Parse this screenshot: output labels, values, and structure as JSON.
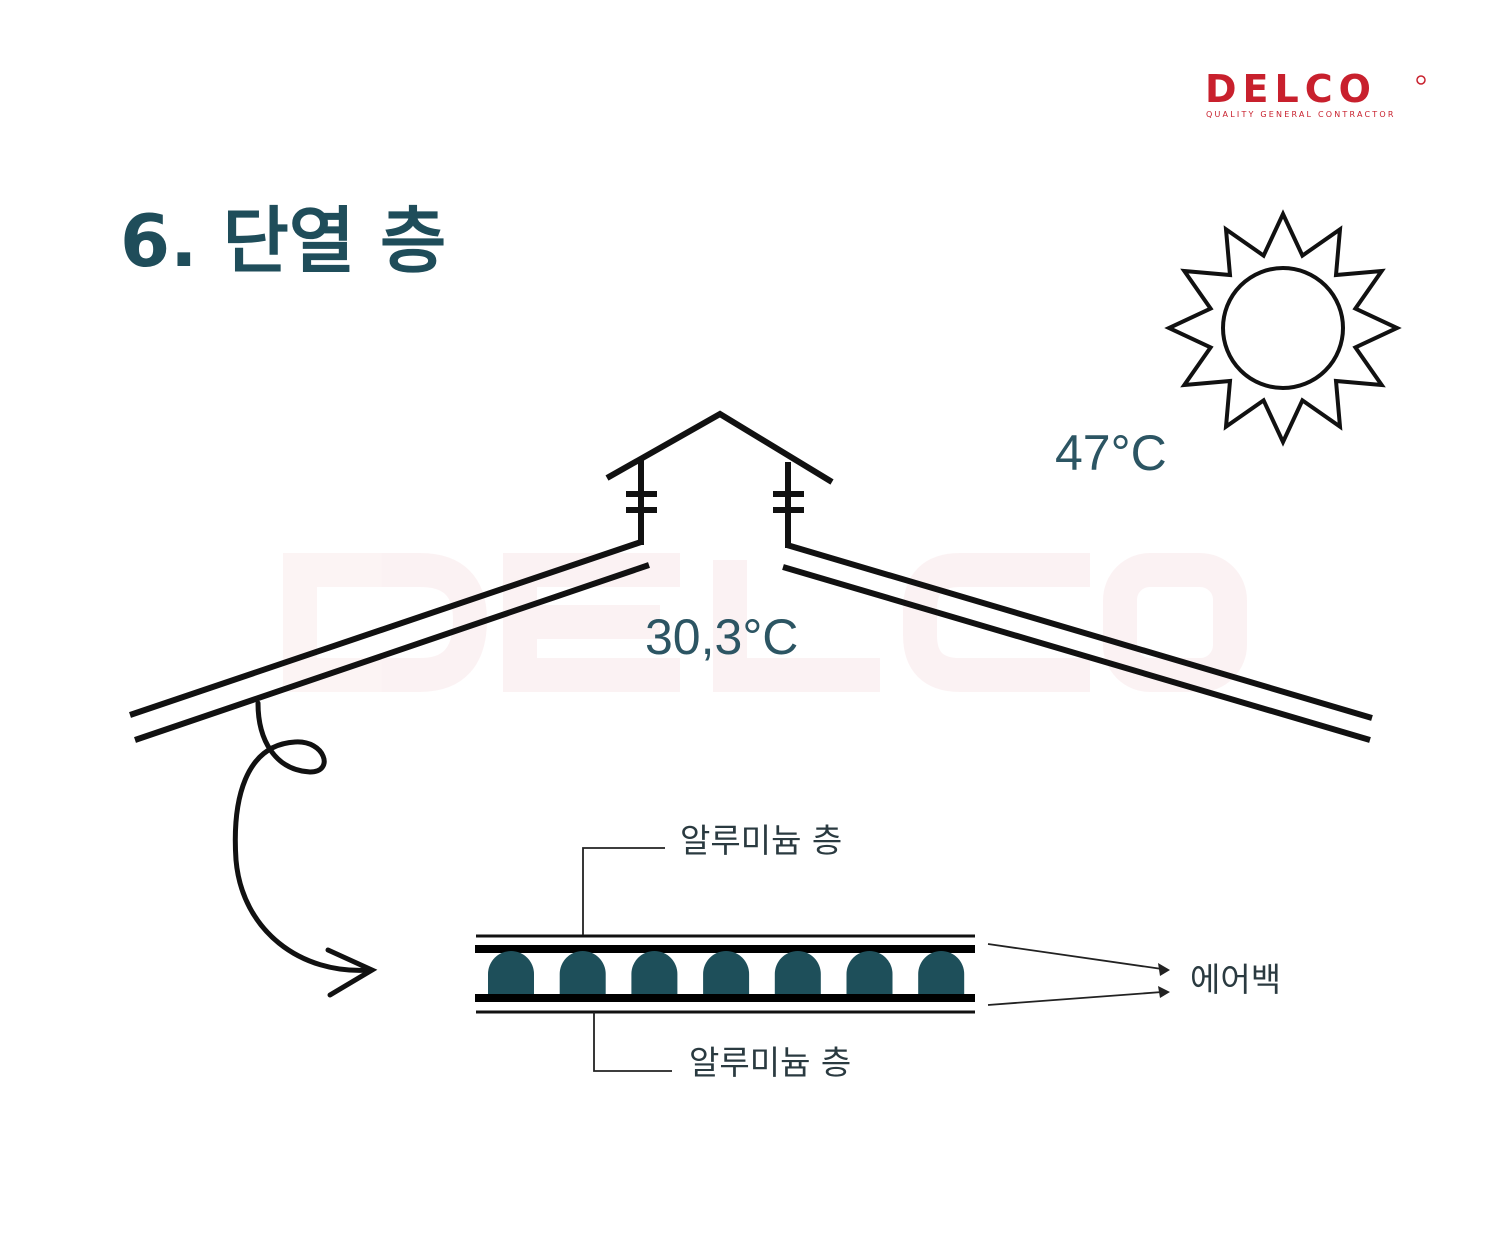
{
  "logo": {
    "name": "DELCO",
    "tagline": "QUALITY GENERAL CONTRACTOR",
    "color": "#c8202d"
  },
  "title": "6. 단열 층",
  "temperatures": {
    "outside": "47°C",
    "inside": "30,3°C"
  },
  "labels": {
    "top_layer": "알루미늄 층",
    "bottom_layer": "알루미늄 층",
    "airbag": "에어백"
  },
  "colors": {
    "accent": "#1f4d5a",
    "bubble": "#1e4f5a"
  },
  "watermark": "DELCO"
}
